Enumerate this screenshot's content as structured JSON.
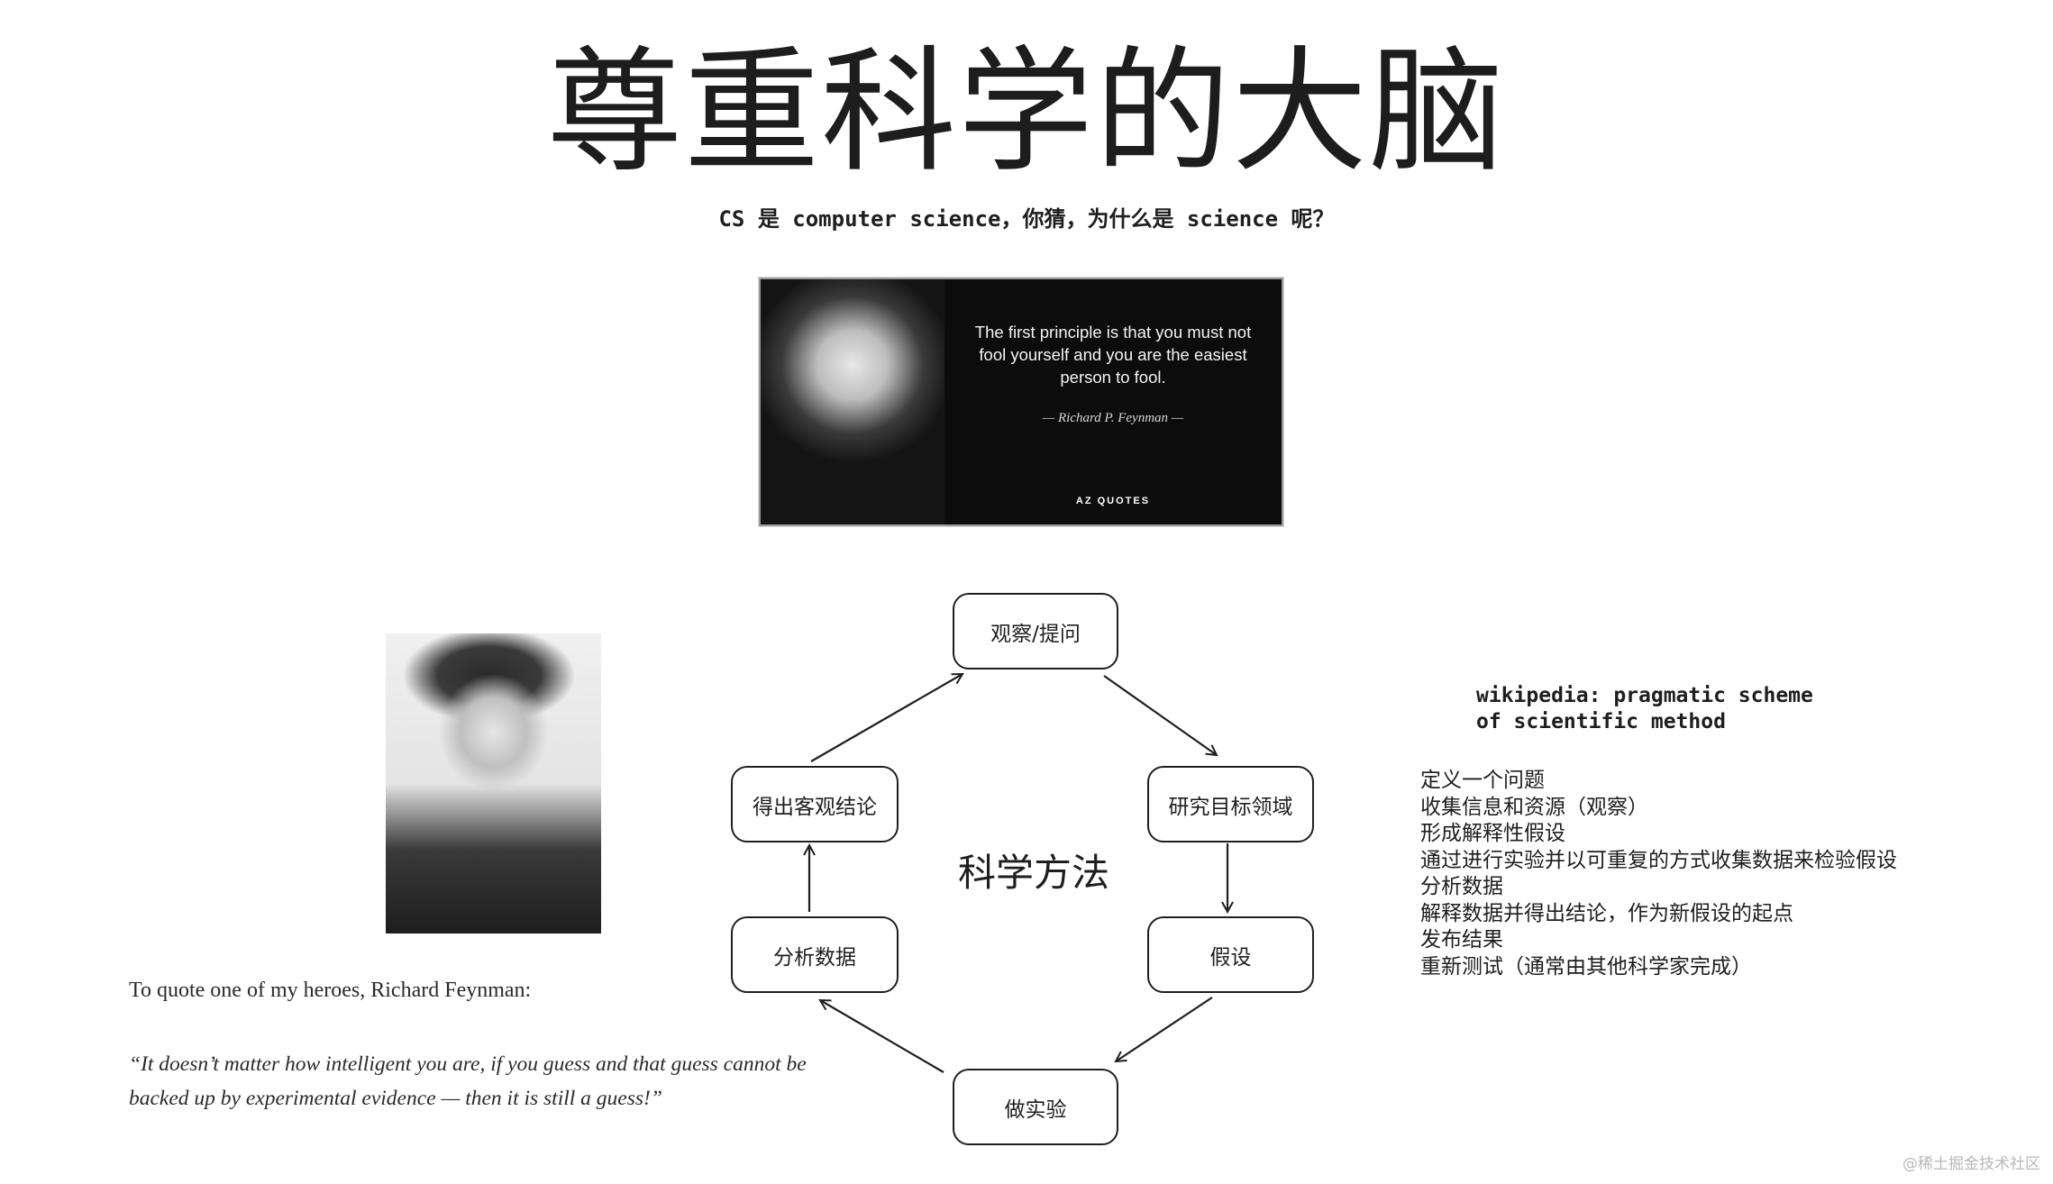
{
  "title": "尊重科学的大脑",
  "subtitle": "CS 是 computer science，你猜，为什么是 science 呢？",
  "quote_card": {
    "quote": "The first principle is that you must not fool yourself and you are the easiest person to fool.",
    "author": "— Richard P. Feynman —",
    "brand": "AZ QUOTES"
  },
  "portrait": {
    "alt": "Richard Feynman portrait"
  },
  "intro_text": "To quote one of my heroes, Richard Feynman:",
  "feynman_quote": "“It doesn’t matter how intelligent you are, if you guess and that guess cannot be backed up by experimental evidence — then it is still a guess!”",
  "diagram": {
    "center_label": "科学方法",
    "nodes": [
      {
        "id": "observe",
        "label": "观察/提问"
      },
      {
        "id": "research",
        "label": "研究目标领域"
      },
      {
        "id": "hypothesis",
        "label": "假设"
      },
      {
        "id": "experiment",
        "label": "做实验"
      },
      {
        "id": "analyze",
        "label": "分析数据"
      },
      {
        "id": "conclude",
        "label": "得出客观结论"
      }
    ],
    "edges": [
      [
        "observe",
        "research"
      ],
      [
        "research",
        "hypothesis"
      ],
      [
        "hypothesis",
        "experiment"
      ],
      [
        "experiment",
        "analyze"
      ],
      [
        "analyze",
        "conclude"
      ],
      [
        "conclude",
        "observe"
      ]
    ]
  },
  "wiki": {
    "heading_line1": "wikipedia: pragmatic scheme",
    "heading_line2": "of scientific method",
    "steps": [
      "定义一个问题",
      "收集信息和资源（观察）",
      "形成解释性假设",
      "通过进行实验并以可重复的方式收集数据来检验假设",
      "分析数据",
      "解释数据并得出结论，作为新假设的起点",
      "发布结果",
      "重新测试（通常由其他科学家完成）"
    ]
  },
  "watermark": "@稀土掘金技术社区"
}
